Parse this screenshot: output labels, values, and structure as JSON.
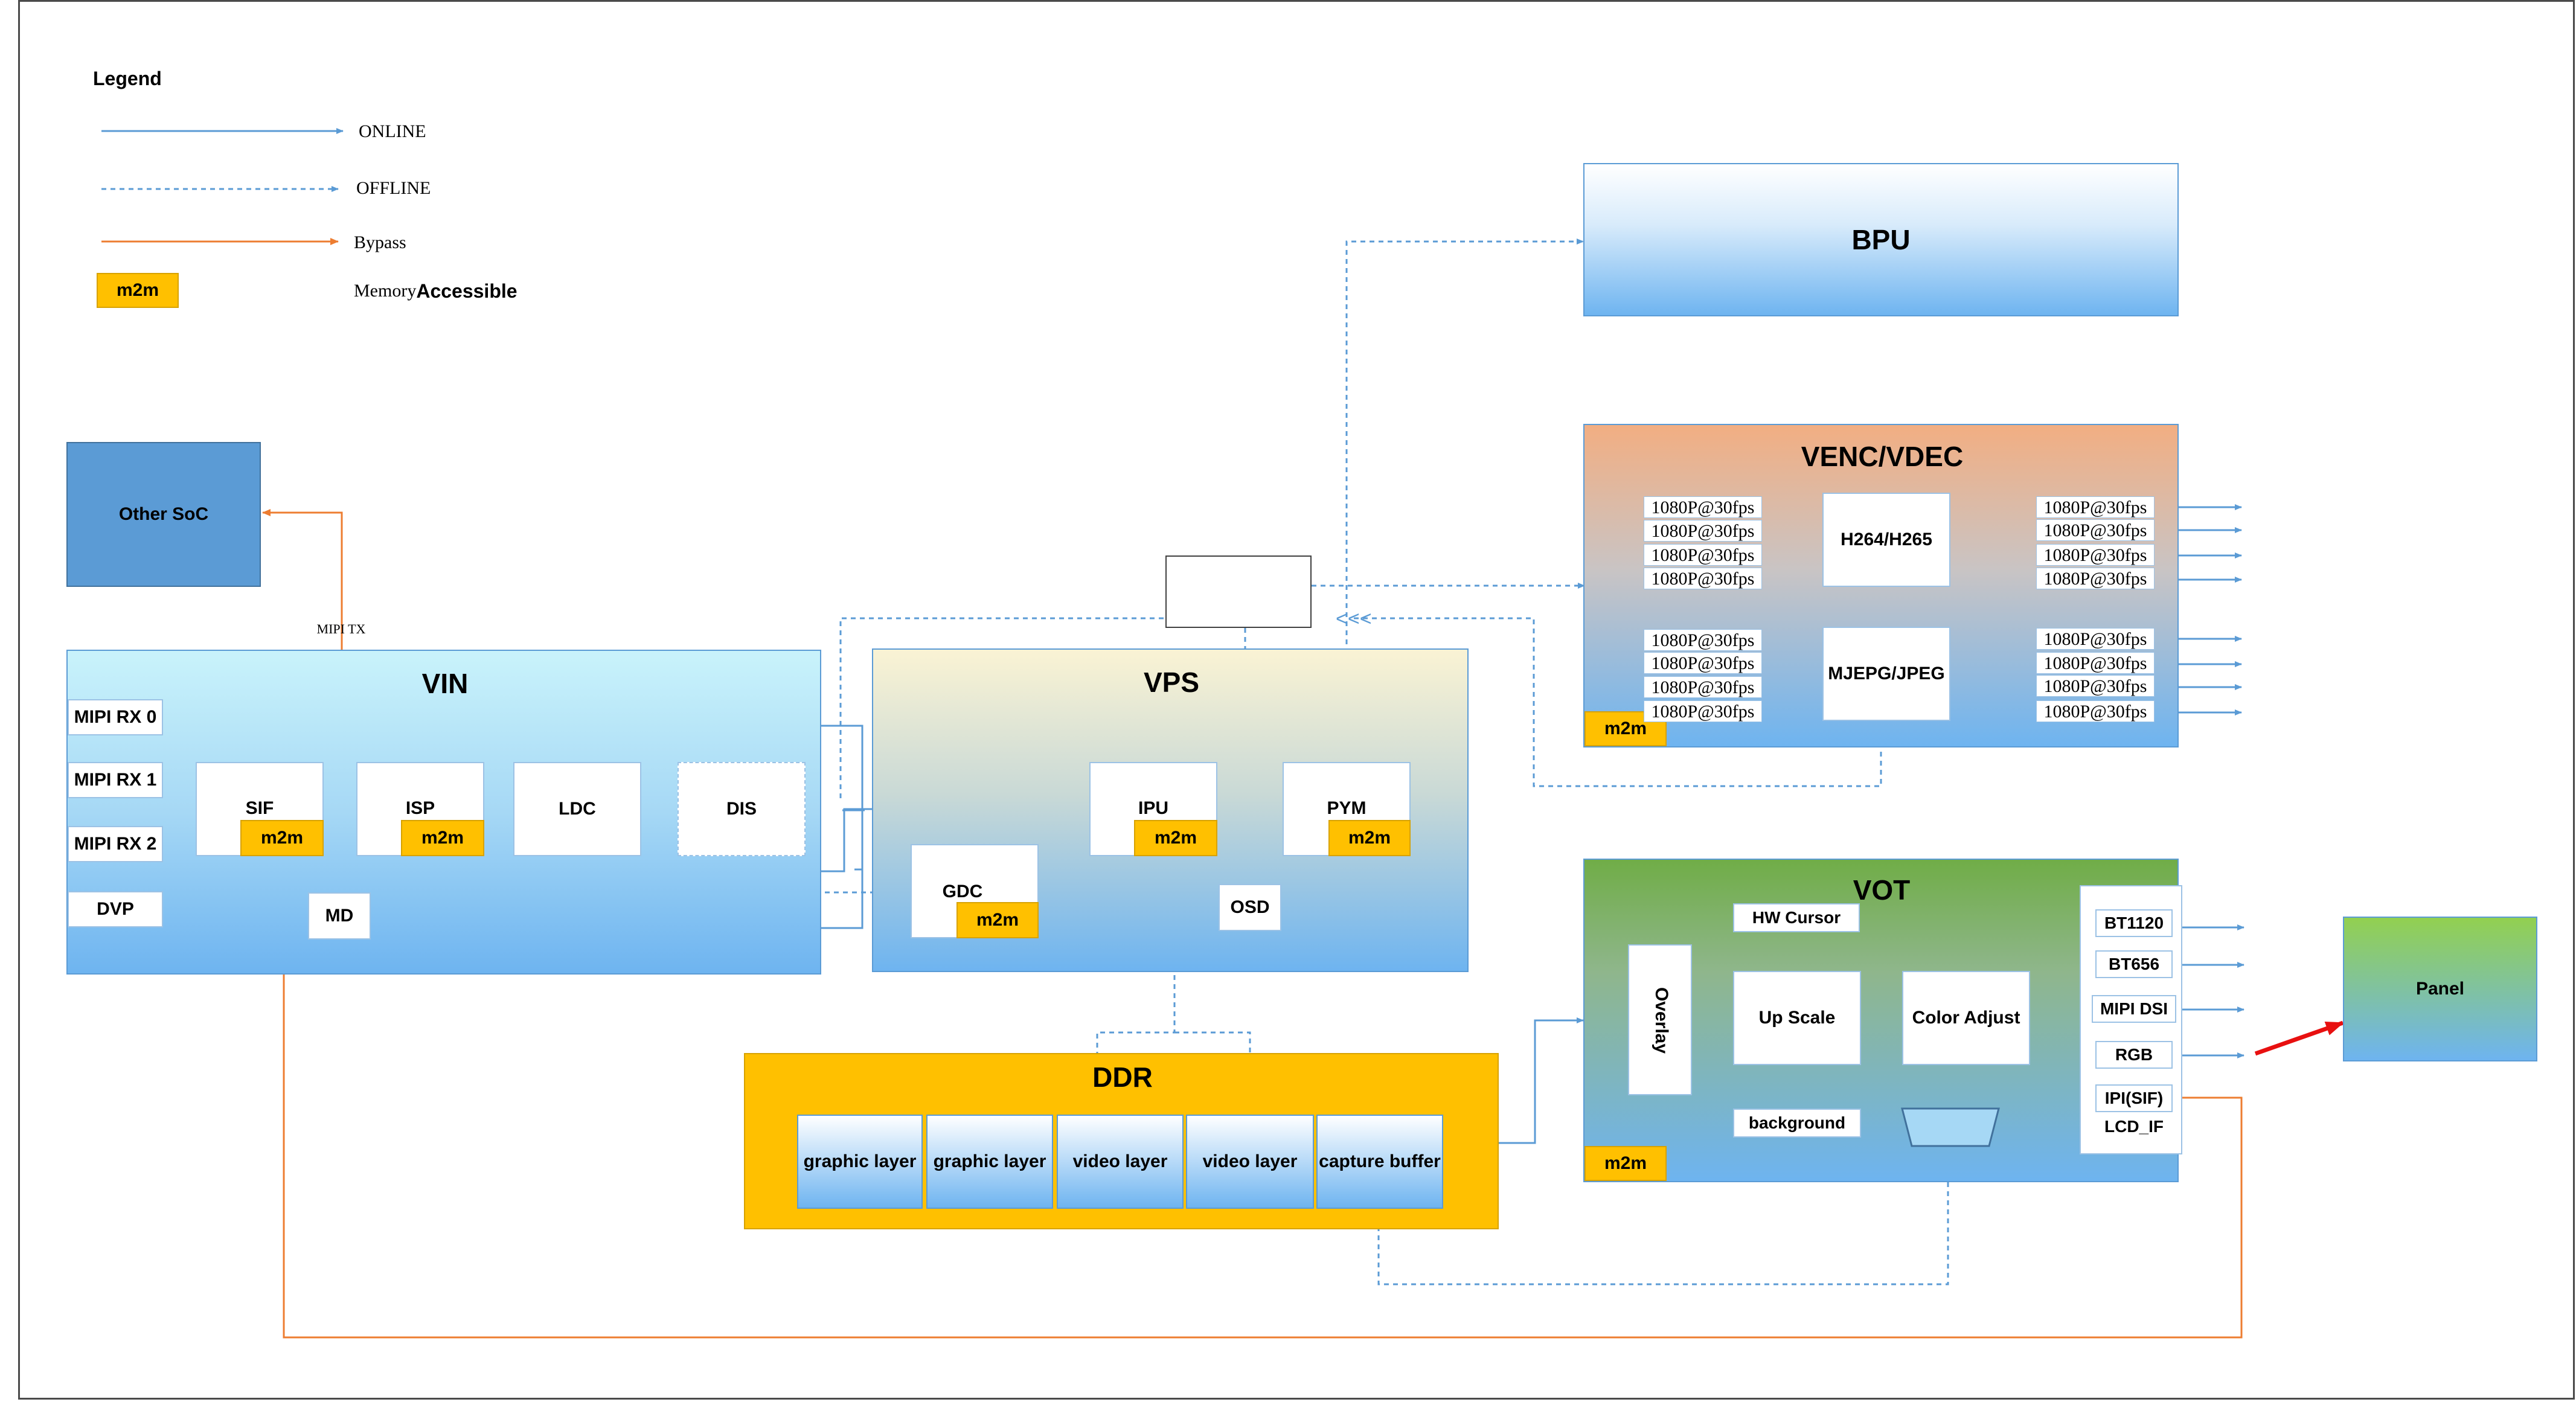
{
  "legend": {
    "title": "Legend",
    "online": "ONLINE",
    "offline": "OFFLINE",
    "bypass": "Bypass",
    "m2m_chip": "m2m",
    "memory_prefix": "Memory ",
    "memory_suffix": "Accessible"
  },
  "other_soc": "Other SoC",
  "mipi_tx": "MIPI TX",
  "vin": {
    "title": "VIN",
    "inputs": [
      "MIPI RX 0",
      "MIPI RX 1",
      "MIPI RX 2",
      "DVP"
    ],
    "sif": "SIF",
    "isp": "ISP",
    "ldc": "LDC",
    "dis": "DIS",
    "md": "MD",
    "m2m": "m2m"
  },
  "vps": {
    "title": "VPS",
    "gdc": "GDC",
    "ipu": "IPU",
    "pym": "PYM",
    "osd": "OSD",
    "m2m": "m2m"
  },
  "bpu": "BPU",
  "venc": {
    "title": "VENC/VDEC",
    "h264": "H264/H265",
    "mjpeg": "MJEPG/JPEG",
    "fps_label": "1080P@30fps",
    "m2m": "m2m"
  },
  "ddr": {
    "title": "DDR",
    "buffers": [
      "graphic layer",
      "graphic layer",
      "video layer",
      "video layer",
      "capture buffer"
    ]
  },
  "vot": {
    "title": "VOT",
    "hw_cursor": "HW Cursor",
    "overlay": "Overlay",
    "up_scale": "Up Scale",
    "color_adjust": "Color Adjust",
    "background": "background",
    "m2m": "m2m",
    "outputs": [
      "BT1120",
      "BT656",
      "MIPI DSI",
      "RGB",
      "IPI(SIF)",
      "LCD_IF"
    ]
  },
  "panel": "Panel",
  "colors": {
    "online": "#5b9bd5",
    "bypass": "#ed7d31",
    "m2m": "#ffc000",
    "red_arrow": "#e81010"
  }
}
